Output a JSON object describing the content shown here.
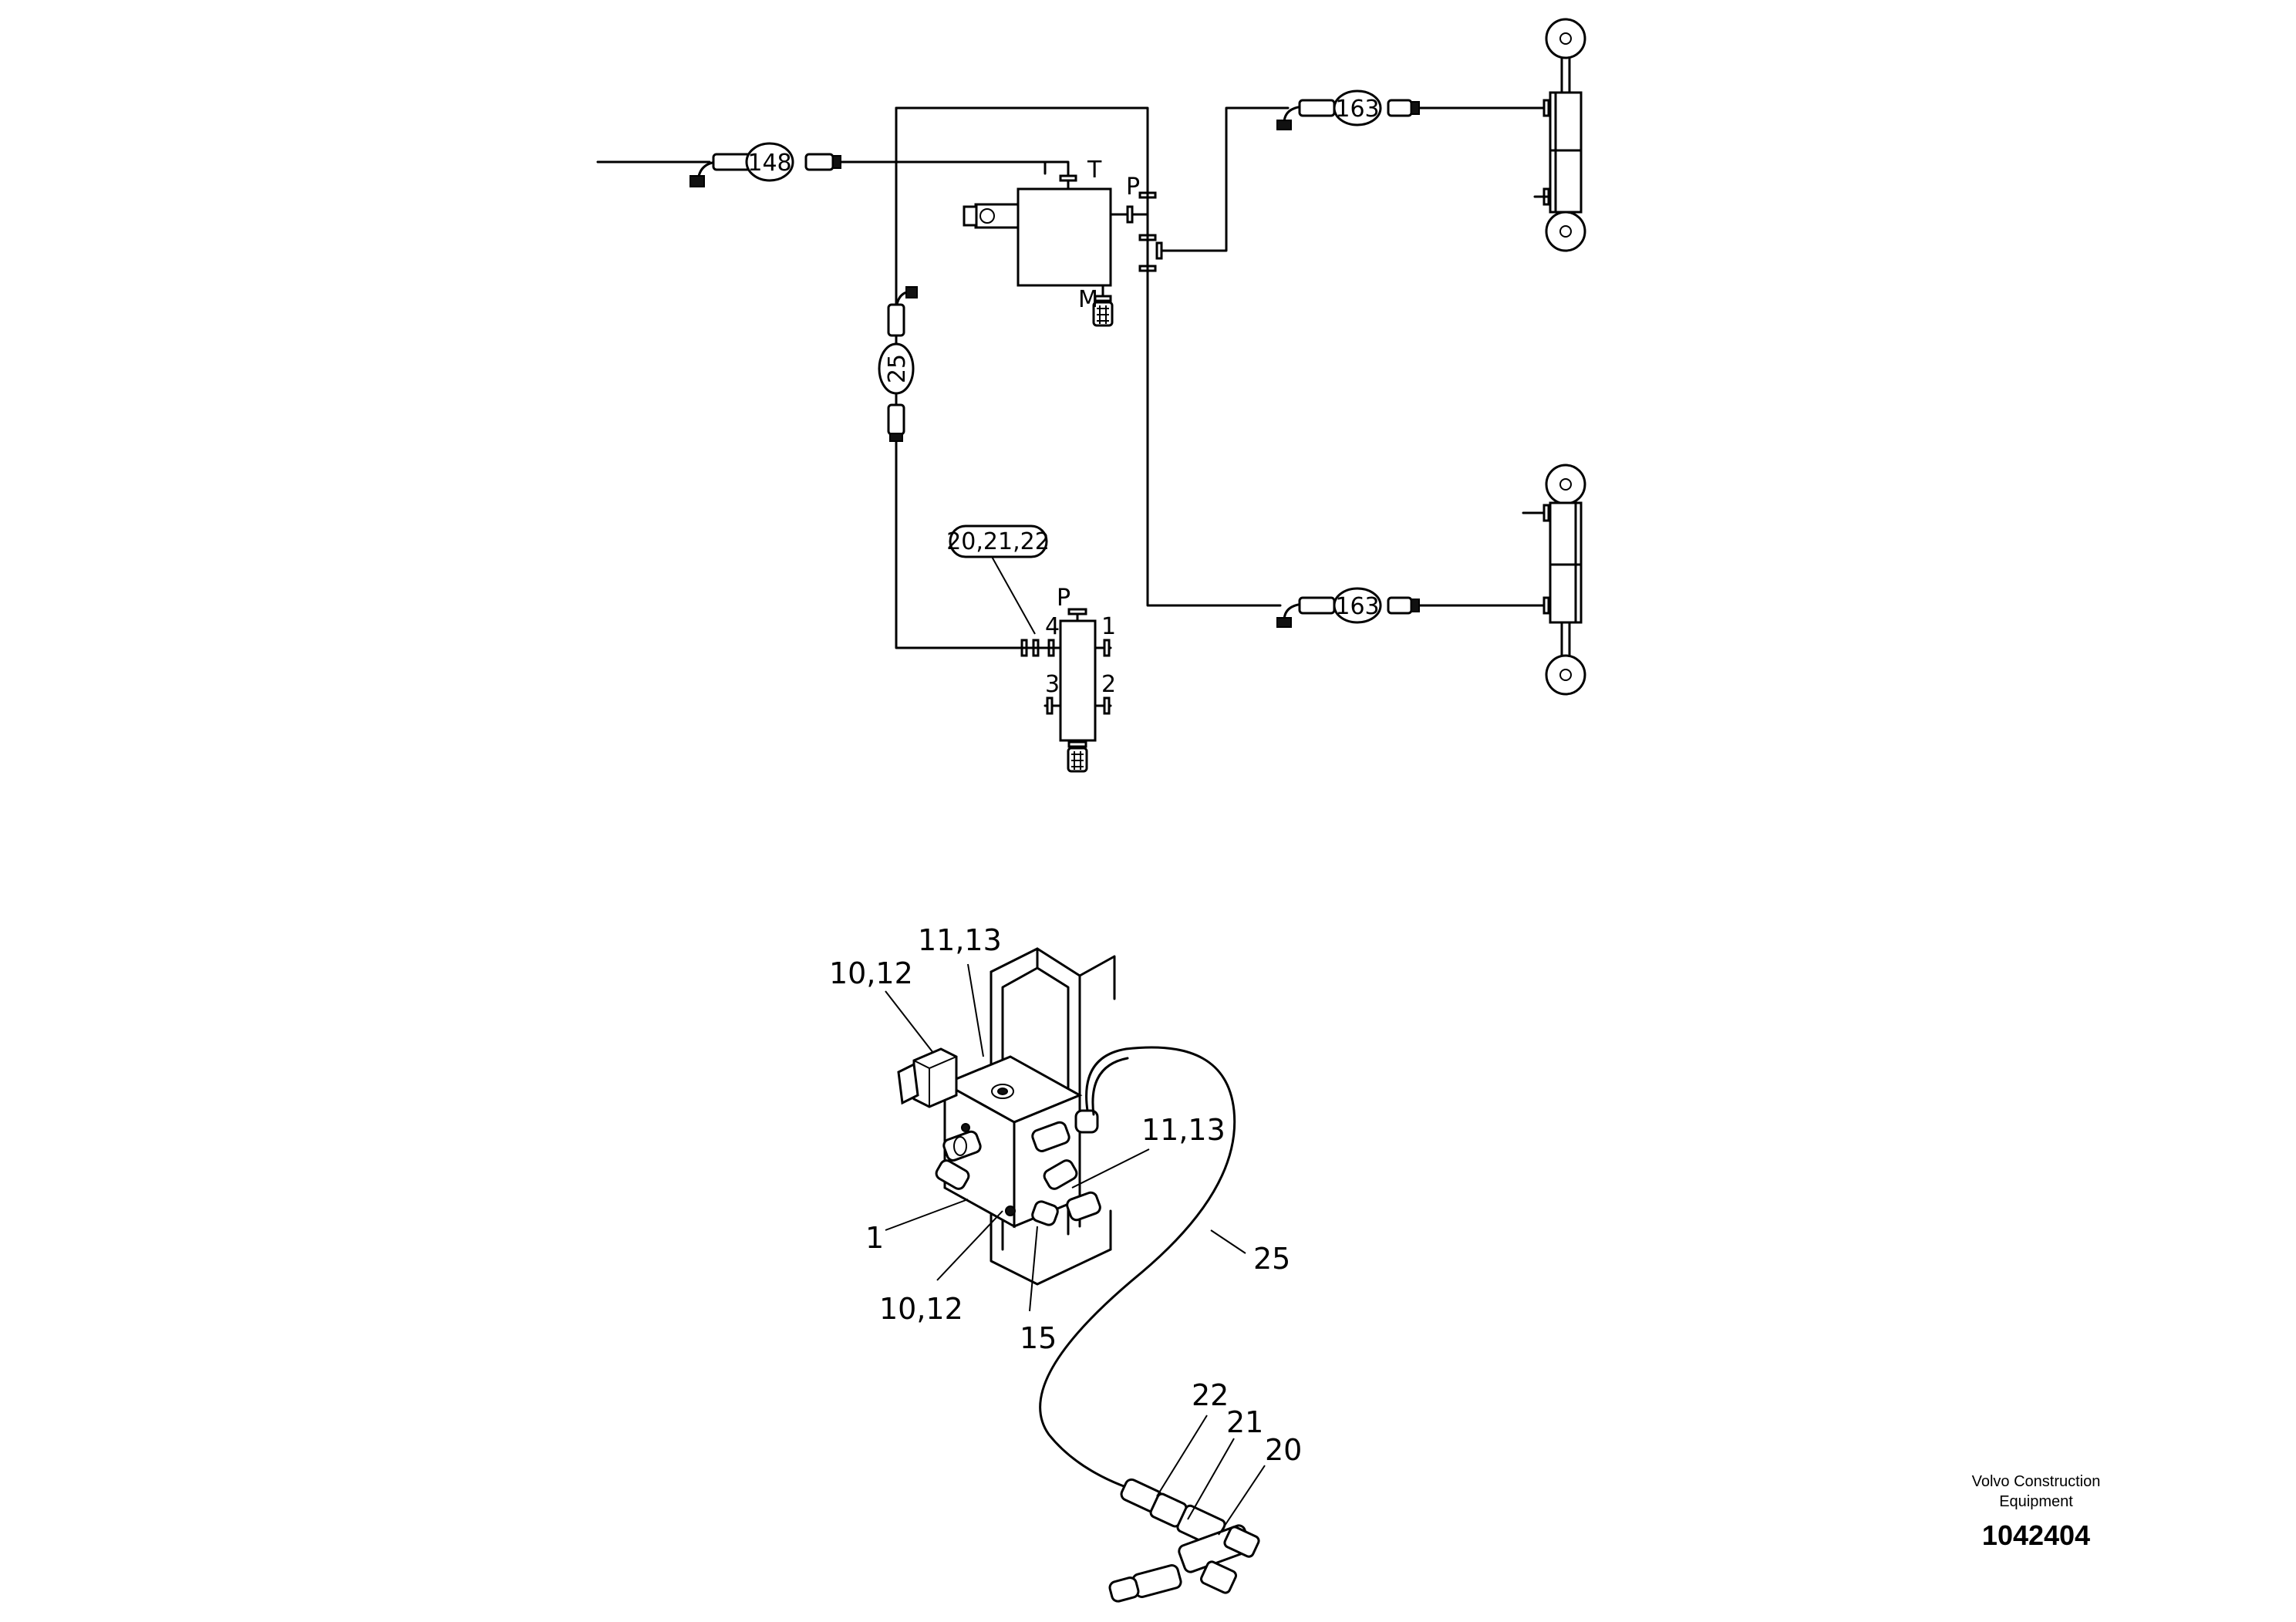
{
  "schematic": {
    "hose_tags": [
      "148",
      "25",
      "163",
      "163",
      "20,21,22"
    ],
    "port_labels": {
      "valve_t": "T",
      "valve_p": "P",
      "valve_m": "M",
      "block_p": "P",
      "block_1": "1",
      "block_2": "2",
      "block_3": "3",
      "block_4": "4"
    }
  },
  "callouts": [
    "11,13",
    "10,12",
    "11,13",
    "1",
    "10,12",
    "15",
    "25",
    "22",
    "21",
    "20"
  ],
  "branding": {
    "line1": "Volvo Construction",
    "line2": "Equipment",
    "number": "1042404"
  }
}
